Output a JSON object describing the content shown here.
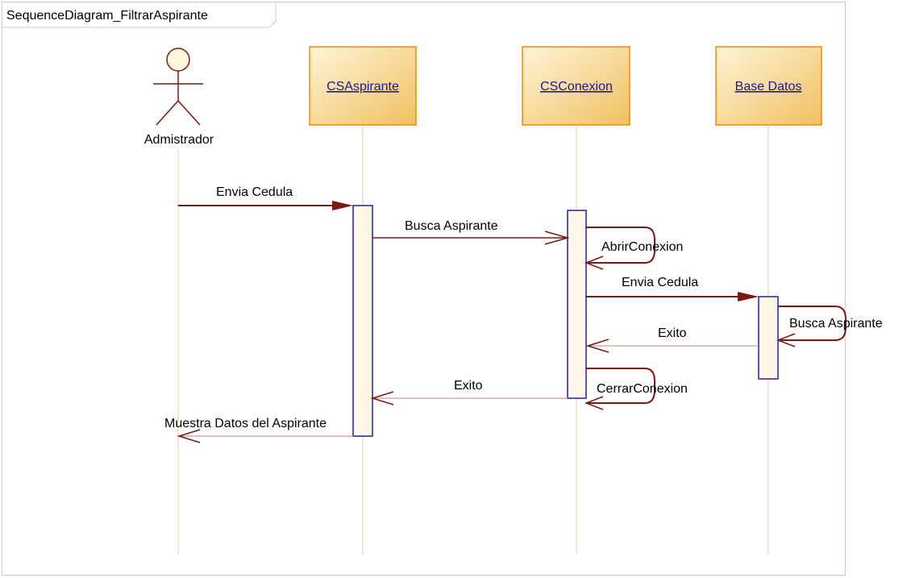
{
  "diagram": {
    "frame_label": "SequenceDiagram_FiltrarAspirante",
    "colors": {
      "frame_border": "#c8c8d8",
      "lifeline": "#e8c8a0",
      "box_border": "#f08c00",
      "box_fill_top": "#fff5d8",
      "box_fill_bottom": "#f0c060",
      "actor": "#7a1a10",
      "activation_border": "#2020a0",
      "activation_fill": "#fff8e8",
      "message": "#7a1a10",
      "return": "#c08080",
      "text": "#000000",
      "class_link": "#1a1a8c"
    },
    "actor": {
      "id": "admin",
      "label": "Admistrador",
      "icon": "actor-stick-figure-icon"
    },
    "objects": [
      {
        "id": "csaspirante",
        "label": "CSAspirante"
      },
      {
        "id": "csconexion",
        "label": "CSConexion"
      },
      {
        "id": "basedatos",
        "label": "Base Datos"
      }
    ],
    "messages": [
      {
        "id": "m1",
        "label": "Envia Cedula",
        "from": "admin",
        "to": "csaspirante",
        "kind": "call"
      },
      {
        "id": "m2",
        "label": "Busca Aspirante",
        "from": "csaspirante",
        "to": "csconexion",
        "kind": "async"
      },
      {
        "id": "m3",
        "label": "AbrirConexion",
        "from": "csconexion",
        "to": "csconexion",
        "kind": "self"
      },
      {
        "id": "m4",
        "label": "Envia Cedula",
        "from": "csconexion",
        "to": "basedatos",
        "kind": "call"
      },
      {
        "id": "m5",
        "label": "Busca Aspirante",
        "from": "basedatos",
        "to": "basedatos",
        "kind": "self"
      },
      {
        "id": "m6",
        "label": "Exito",
        "from": "basedatos",
        "to": "csconexion",
        "kind": "return"
      },
      {
        "id": "m7",
        "label": "Exito",
        "from": "csconexion",
        "to": "csaspirante",
        "kind": "return"
      },
      {
        "id": "m8",
        "label": "CerrarConexion",
        "from": "csconexion",
        "to": "csconexion",
        "kind": "self"
      },
      {
        "id": "m9",
        "label": "Muestra Datos del Aspirante",
        "from": "csaspirante",
        "to": "admin",
        "kind": "return"
      }
    ]
  }
}
